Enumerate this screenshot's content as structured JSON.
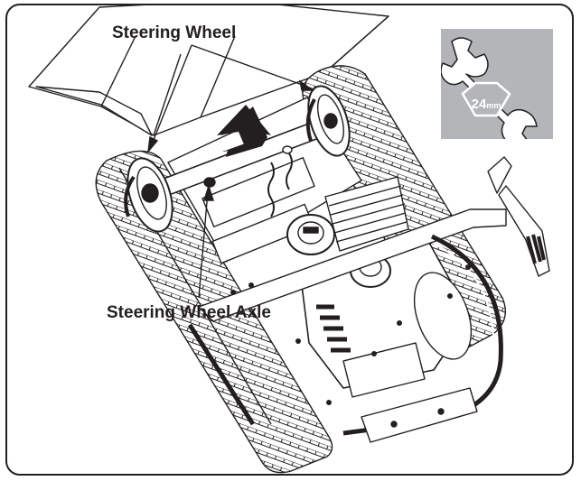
{
  "labels": {
    "steering_wheel": "Steering Wheel",
    "steering_wheel_axle": "Steering Wheel Axle"
  },
  "tool": {
    "icon": "wrench-icon",
    "size_value": "24",
    "size_unit": "mm"
  },
  "colors": {
    "line": "#231f20",
    "tool_panel": "#b3b5b8",
    "arrow": "#231f20"
  }
}
